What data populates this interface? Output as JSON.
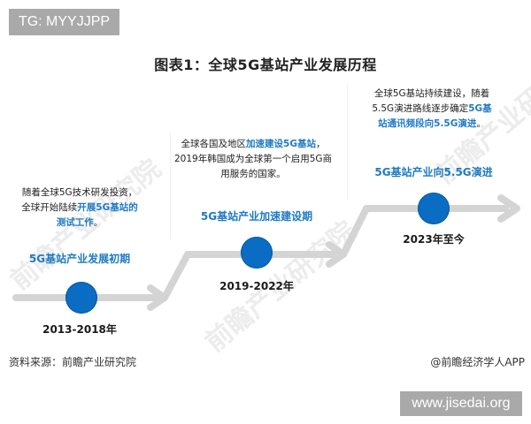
{
  "badges": {
    "top": "TG: MYYJJPP",
    "bottom": "www.jisedai.org"
  },
  "title": "图表1：全球5G基站产业发展历程",
  "watermarks": [
    "前瞻产业研究院",
    "前瞻产业研究院",
    "前瞻产业研究院"
  ],
  "colors": {
    "accent": "#1f7ac4",
    "circle": "#0a6cc2",
    "arrow": "#d4d4d4",
    "badge": "#a9a9a9"
  },
  "stages": [
    {
      "desc_parts": [
        "随着全球5G技术研发投资，",
        "全球开始陆续",
        "开展5G基站的",
        "测试工作",
        "。"
      ],
      "label": "5G基站产业发展初期",
      "year": "2013-2018年"
    },
    {
      "desc_parts": [
        "全球各国及地区",
        "加速建设5G基站",
        "，2019年韩国成为全球第一个启用5G商用服务的国家。"
      ],
      "label": "5G基站产业加速建设期",
      "year": "2019-2022年"
    },
    {
      "desc_parts": [
        "全球5G基站持续建设，随着5.5G演进路线逐步确定",
        "5G基站通讯频段向5.5G演进",
        "。"
      ],
      "label": "5G基站产业向5.5G演进",
      "year": "2023年至今"
    }
  ],
  "footer": {
    "source": "资料来源：前瞻产业研究院",
    "credit": "@前瞻经济学人APP"
  }
}
